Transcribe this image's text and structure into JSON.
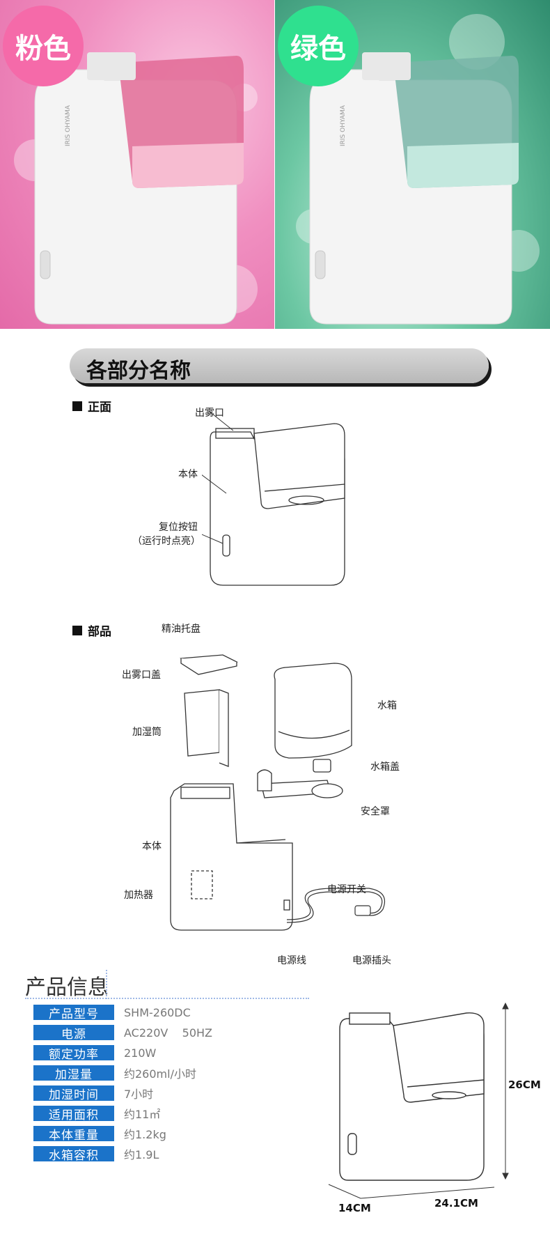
{
  "colors": {
    "pink_label": "粉色",
    "green_label": "绿色",
    "brand_text": "IRIS OHYAMA"
  },
  "section_title": "各部分名称",
  "front": {
    "heading": "正面",
    "labels": {
      "mist_outlet": "出雾口",
      "body": "本体",
      "reset_button": "复位按钮",
      "reset_note": "（运行时点亮）"
    }
  },
  "parts": {
    "heading": "部品",
    "labels": {
      "oil_tray": "精油托盘",
      "mist_cover": "出雾口盖",
      "humidify_tube": "加湿筒",
      "water_tank": "水箱",
      "tank_cap": "水箱盖",
      "safety_cover": "安全罩",
      "body": "本体",
      "heater": "加热器",
      "power_switch": "电源开关",
      "power_cord": "电源线",
      "power_plug": "电源插头"
    }
  },
  "spec": {
    "title": "产品信息",
    "rows": [
      {
        "key": "产品型号",
        "value": "SHM-260DC"
      },
      {
        "key": "电源",
        "value": "AC220V    50HZ"
      },
      {
        "key": "额定功率",
        "value": "210W"
      },
      {
        "key": "加湿量",
        "value": "约260ml/小时"
      },
      {
        "key": "加湿时间",
        "value": "7小时"
      },
      {
        "key": "适用面积",
        "value": "约11㎡"
      },
      {
        "key": "本体重量",
        "value": "约1.2kg"
      },
      {
        "key": "水箱容积",
        "value": "约1.9L"
      }
    ]
  },
  "dimensions": {
    "height": "26CM",
    "depth": "14CM",
    "width": "24.1CM"
  }
}
